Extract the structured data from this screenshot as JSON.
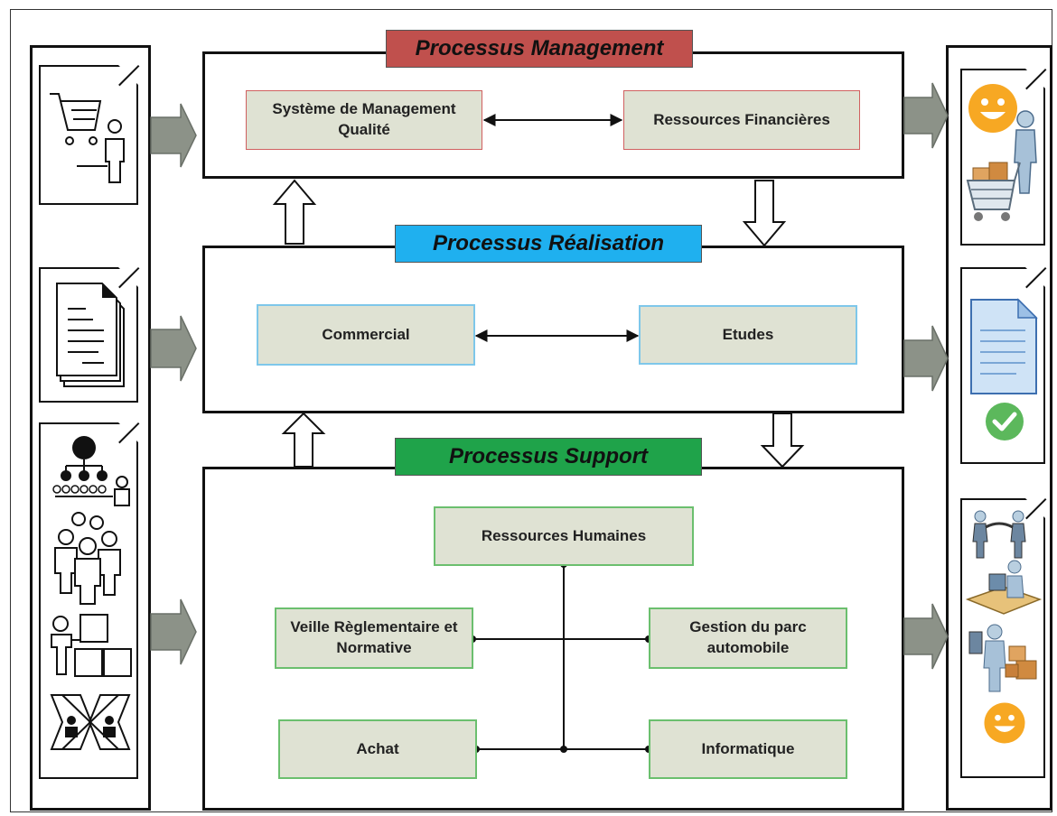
{
  "processes": {
    "management": {
      "title": "Processus Management",
      "color": "#c0504d",
      "boxes": [
        "Système de Management Qualité",
        "Ressources Financières"
      ]
    },
    "realisation": {
      "title": "Processus Réalisation",
      "color": "#1fb0ef",
      "boxes": [
        "Commercial",
        "Etudes"
      ]
    },
    "support": {
      "title": "Processus Support",
      "color": "#1fa34a",
      "boxes": [
        "Ressources Humaines",
        "Veille Règlementaire et Normative",
        "Gestion du parc automobile",
        "Achat",
        "Informatique"
      ]
    }
  },
  "inputs": {
    "icons": [
      "shopping-cart-customer-icon",
      "document-icon",
      "organization-hierarchy-icon",
      "people-group-icon",
      "presentation-icon",
      "exchange-icon"
    ]
  },
  "outputs": {
    "icons": [
      "smiley-icon",
      "customer-with-cart-icon",
      "approved-document-icon",
      "checkmark-icon",
      "handshake-icon",
      "worker-at-desk-icon",
      "delivery-person-icon",
      "smiley-icon"
    ]
  },
  "colors": {
    "box_fill": "#dfe2d3",
    "arrow_fill": "#8c9288",
    "smiley": "#f7a823",
    "check": "#5cb85c"
  }
}
